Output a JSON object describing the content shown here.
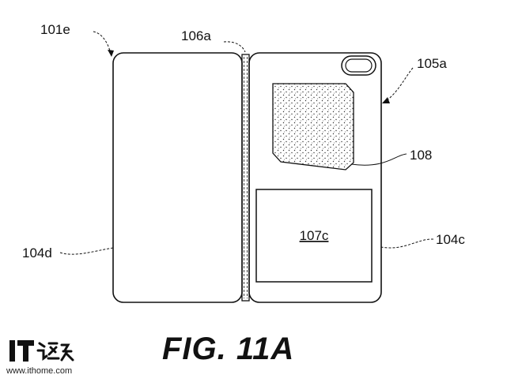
{
  "labels": {
    "panel_left": "101e",
    "hinge": "106a",
    "panel_right": "105a",
    "sensor": "108",
    "panel_left_edge": "104d",
    "panel_right_edge": "104c",
    "display": "107c"
  },
  "caption": "FIG. 11A",
  "watermark": {
    "logo": "IT之家",
    "url": "www.ithome.com"
  }
}
